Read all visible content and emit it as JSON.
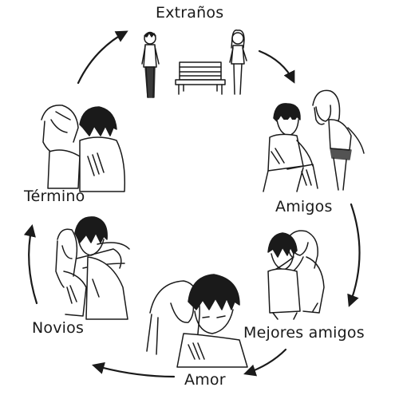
{
  "cycle": {
    "stages": [
      {
        "id": "extranos",
        "label": "Extraños"
      },
      {
        "id": "amigos",
        "label": "Amigos"
      },
      {
        "id": "mejores_amigos",
        "label": "Mejores amigos"
      },
      {
        "id": "amor",
        "label": "Amor"
      },
      {
        "id": "novios",
        "label": "Novios"
      },
      {
        "id": "termino",
        "label": "Término"
      }
    ],
    "colors": {
      "ink": "#1a1a1a",
      "background": "#ffffff"
    }
  }
}
